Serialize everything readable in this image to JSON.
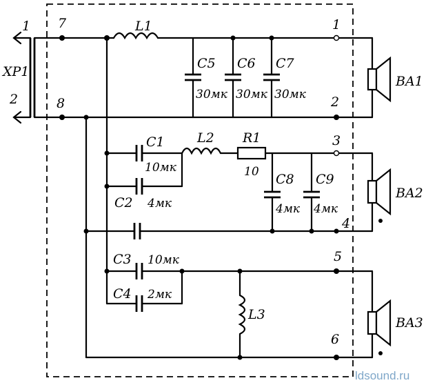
{
  "connector": {
    "name": "XP1",
    "pin1": "1",
    "pin2": "2"
  },
  "nodes": {
    "n7": "7",
    "n8": "8",
    "n1": "1",
    "n2": "2",
    "n3": "3",
    "n4": "4",
    "n5": "5",
    "n6": "6"
  },
  "inductors": {
    "L1": "L1",
    "L2": "L2",
    "L3": "L3"
  },
  "resistor": {
    "name": "R1",
    "value": "10"
  },
  "capacitors": {
    "C1": {
      "name": "C1",
      "value": "10мк"
    },
    "C2": {
      "name": "C2",
      "value": "4мк"
    },
    "C3": {
      "name": "C3",
      "value": "10мк"
    },
    "C4": {
      "name": "C4",
      "value": "2мк"
    },
    "C5": {
      "name": "C5",
      "value": "30мк"
    },
    "C6": {
      "name": "C6",
      "value": "30мк"
    },
    "C7": {
      "name": "C7",
      "value": "30мк"
    },
    "C8": {
      "name": "C8",
      "value": "4мк"
    },
    "C9": {
      "name": "C9",
      "value": "4мк"
    }
  },
  "speakers": {
    "BA1": "BA1",
    "BA2": "BA2",
    "BA3": "BA3"
  },
  "watermark": "ldsound.ru"
}
